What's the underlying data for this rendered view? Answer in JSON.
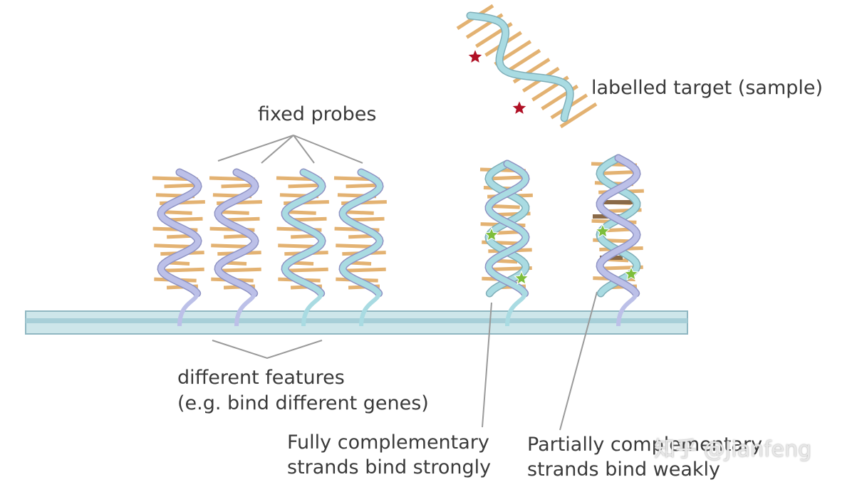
{
  "labels": {
    "target": "labelled target (sample)",
    "fixed_probes": "fixed probes",
    "features_line1": "different features",
    "features_line2": "(e.g. bind different genes)",
    "full_line1": "Fully complementary",
    "full_line2": "strands bind strongly",
    "partial_line1": "Partially complementary",
    "partial_line2": "strands bind weakly"
  },
  "watermark": "知乎 @Jianfeng",
  "colors": {
    "rung": "#E3B272",
    "rung_mismatch": "#8A6A48",
    "strand_lavender": "#BCC0E8",
    "strand_cyan": "#A9DBE2",
    "slide_light": "#CDE6EA",
    "slide_blue": "#A7CFD8",
    "star_label": "#B01025",
    "star_bound": "#7DBE3B",
    "leader": "#9a9a9a"
  }
}
